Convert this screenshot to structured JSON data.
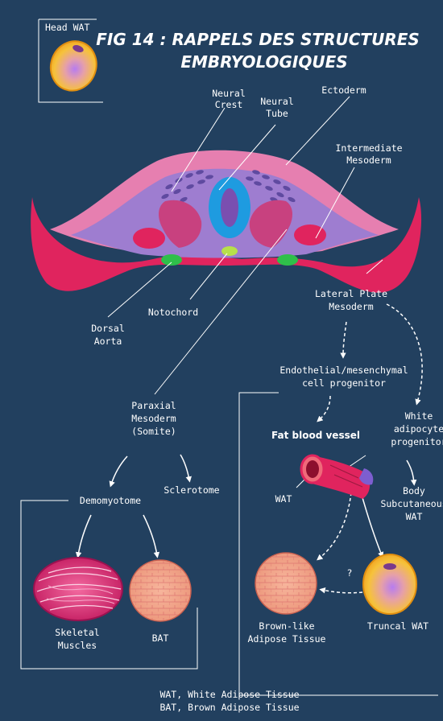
{
  "title": {
    "line1": "FIG 14 : RAPPELS DES STRUCTURES",
    "line2": "EMBRYOLOGIQUES"
  },
  "inset": {
    "label": "Head WAT"
  },
  "labels": {
    "neural_crest": [
      "Neural",
      "Crest"
    ],
    "neural_tube": [
      "Neural",
      "Tube"
    ],
    "ectoderm": "Ectoderm",
    "intermediate_mesoderm": [
      "Intermediate",
      "Mesoderm"
    ],
    "lateral_plate_mesoderm": [
      "Lateral Plate",
      "Mesoderm"
    ],
    "notochord": "Notochord",
    "dorsal_aorta": [
      "Dorsal",
      "Aorta"
    ],
    "endothelial": [
      "Endothelial/mesenchymal",
      "cell progenitor"
    ],
    "paraxial_mesoderm": [
      "Paraxial",
      "Mesoderm",
      "(Somite)"
    ],
    "fat_blood_vessel": "Fat blood vessel",
    "white_adipocyte_progenitor": [
      "White",
      "adipocyte",
      "progenitor"
    ],
    "sclerotome": "Sclerotome",
    "demomyotome": "Demomyotome",
    "wat": "WAT",
    "body_subcutaneous_wat": [
      "Body",
      "Subcutaneous",
      "WAT"
    ],
    "question_mark": "?",
    "skeletal_muscles": [
      "Skeletal",
      "Muscles"
    ],
    "bat": "BAT",
    "brown_like": [
      "Brown-like",
      "Adipose Tissue"
    ],
    "truncal_wat": "Truncal WAT"
  },
  "footer": {
    "line1": "WAT, White Adipose Tissue",
    "line2": "BAT, Brown Adipose Tissue"
  },
  "colors": {
    "background": "#22405f",
    "magenta": "#e0245e",
    "pink": "#e67fb0",
    "lavender": "#9e7dd0",
    "neural_tube_blue": "#1e9be0",
    "green": "#2fbf4a",
    "yellow_cell": "#f6be2e",
    "orange_tissue": "#f2a07a"
  }
}
